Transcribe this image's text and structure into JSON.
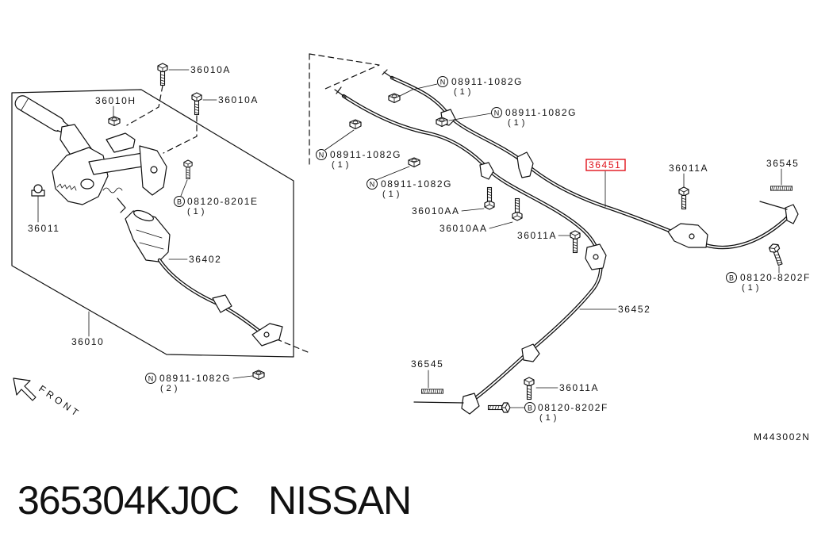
{
  "colors": {
    "ink": "#111111",
    "highlight": "#e0121b",
    "background": "#ffffff"
  },
  "diagram": {
    "drawing_id": "M443002N",
    "orientation_label": "FRONT",
    "callouts": [
      "36010A",
      "36010H",
      "36010A",
      "36011",
      "36402",
      "36010",
      "36010AA",
      "36010AA",
      "36011A",
      "36451",
      "36011A",
      "36545",
      "36452",
      "36545",
      "36011A"
    ],
    "fasteners": [
      {
        "symbol": "B",
        "part": "08120-8201E",
        "qty": "(1)"
      },
      {
        "symbol": "N",
        "part": "08911-1082G",
        "qty": "(2)"
      },
      {
        "symbol": "N",
        "part": "08911-1082G",
        "qty": "(1)"
      },
      {
        "symbol": "N",
        "part": "08911-1082G",
        "qty": "(1)"
      },
      {
        "symbol": "N",
        "part": "08911-1082G",
        "qty": "(1)"
      },
      {
        "symbol": "N",
        "part": "08911-1082G",
        "qty": "(1)"
      },
      {
        "symbol": "B",
        "part": "08120-8202F",
        "qty": "(1)"
      },
      {
        "symbol": "B",
        "part": "08120-8202F",
        "qty": "(1)"
      }
    ]
  },
  "caption": {
    "part_number": "365304KJ0C",
    "brand": "NISSAN"
  }
}
